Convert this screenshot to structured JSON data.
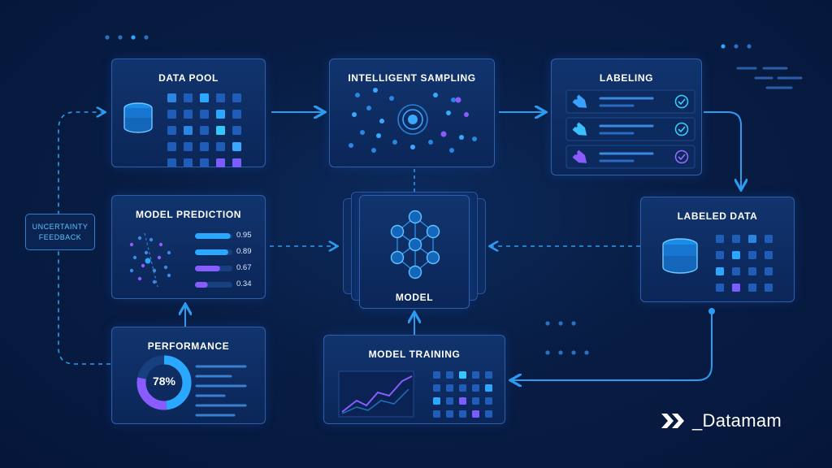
{
  "diagram": {
    "cards": {
      "data_pool": "DATA POOL",
      "intelligent_sampling": "INTELLIGENT SAMPLING",
      "labeling": "LABELING",
      "labeled_data": "LABELED DATA",
      "model_prediction": "MODEL PREDICTION",
      "model": "MODEL",
      "performance": "PERFORMANCE",
      "model_training": "MODEL TRAINING"
    },
    "feedback": {
      "line1": "UNCERTAINTY",
      "line2": "FEEDBACK"
    },
    "predictions": [
      {
        "score": "0.95",
        "fraction": 0.95
      },
      {
        "score": "0.89",
        "fraction": 0.89
      },
      {
        "score": "0.67",
        "fraction": 0.67
      },
      {
        "score": "0.34",
        "fraction": 0.34
      }
    ],
    "performance": {
      "label": "78%",
      "fraction": 0.78
    },
    "labeling_items": [
      {
        "tag_color": "#3aa0ff",
        "check_color": "#35d0ff"
      },
      {
        "tag_color": "#3ac0ff",
        "check_color": "#35d0ff"
      },
      {
        "tag_color": "#8a5cff",
        "check_color": "#9a6cff"
      }
    ]
  },
  "brand": {
    "name": "_Datamam"
  },
  "colors": {
    "accent": "#2aa8ff",
    "purple": "#8a5cff",
    "line": "#2d9cf0"
  }
}
